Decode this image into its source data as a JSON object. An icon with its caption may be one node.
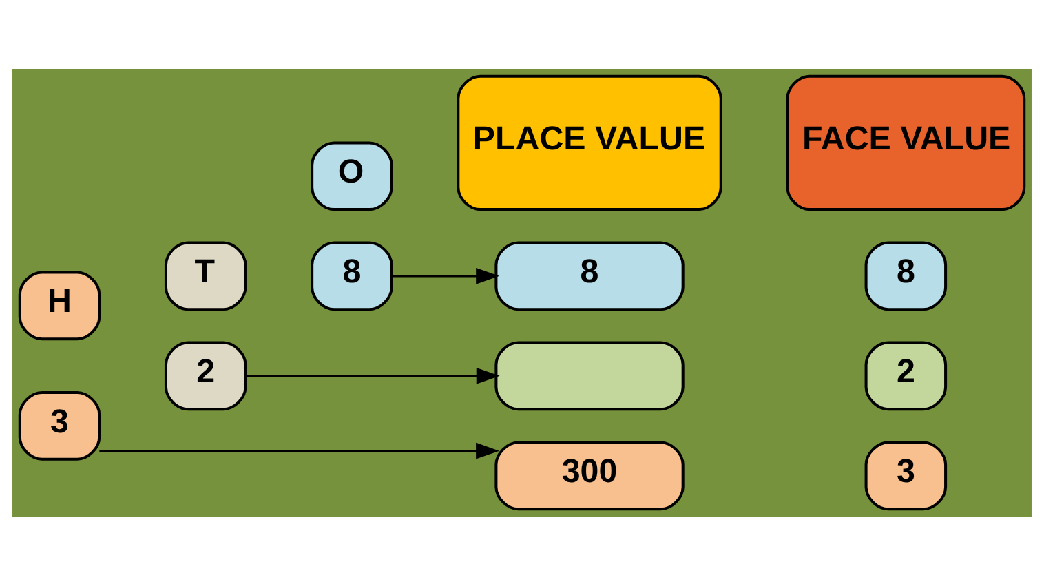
{
  "diagram": {
    "nodes": [
      {
        "text": [
          "H"
        ]
      },
      {
        "text": [
          "T"
        ]
      },
      {
        "text": [
          "O"
        ]
      },
      {
        "text": [
          "3"
        ]
      },
      {
        "text": [
          "2"
        ]
      },
      {
        "text": [
          "8"
        ]
      },
      {
        "text": [
          "PLACE VALUE"
        ]
      },
      {
        "text": [
          "FACE VALUE"
        ]
      },
      {
        "text": [
          "8"
        ]
      },
      {
        "text": [],
        "shape": "box"
      },
      {
        "text": [
          "300"
        ]
      },
      {
        "text": [
          "8"
        ]
      },
      {
        "text": [
          "2"
        ]
      },
      {
        "text": [
          "3"
        ]
      }
    ],
    "edges": [
      {
        "from": 5,
        "to": 8,
        "arrow": "to"
      },
      {
        "from": 4,
        "to": 9,
        "arrow": "to"
      },
      {
        "from": 3,
        "to": 10,
        "arrow": "to"
      }
    ]
  }
}
